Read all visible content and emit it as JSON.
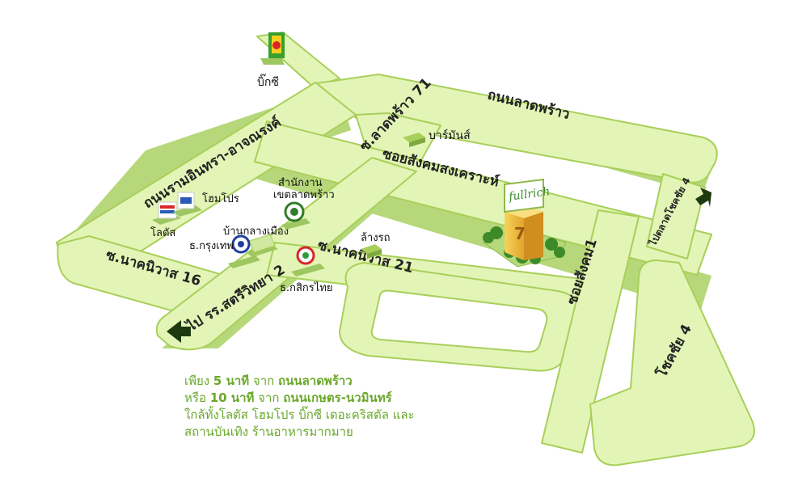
{
  "colors": {
    "road_fill": "#e2f5b6",
    "road_edge": "#a9cf5a",
    "road_shadow": "#8fb84a",
    "accent_green": "#6aa82a",
    "building_yellow": "#f3c23a"
  },
  "roads": {
    "lat_phrao": "ถนนลาดพร้าว",
    "ramintra": "ถนนรามอินทรา-อาจณรงค์",
    "lat_phrao_71": "ซ.ลาดพร้าว 71",
    "soi_sangkhom": "ซอยสังคมสงเคราะห์",
    "nak_niwat_16": "ซ.นาคนิวาส 16",
    "nak_niwat_21": "ซ.นาคนิวาส 21",
    "to_school": "ไป รร.สตรีวิทยา 2",
    "to_chokchai": "ไปตลาดโชคชัย 4",
    "soi_sangkhom_1": "ซอยสังคม1",
    "chokchai_4": "โชคชัย 4"
  },
  "pois": {
    "bigc": "บิ๊กซี",
    "homepro": "โฮมโปร",
    "lotus": "โลตัส",
    "ban_klang_muang": "บ้านกลางเมือง",
    "bangkok_bank": "ธ.กรุงเทพ",
    "office": "สำนักงาน",
    "office_district": "เขตลาดพร้าว",
    "kasikorn": "ธ.กสิกรไทย",
    "car_wash": "ล้างรถ",
    "barmans": "บาร์มันส์",
    "fullrich": "fullrich",
    "project_number": "7"
  },
  "info": {
    "l1_a": "เพียง ",
    "l1_b": "5 นาที",
    "l1_c": " จาก ",
    "l1_d": "ถนนลาดพร้าว",
    "l2_a": "หรือ ",
    "l2_b": "10 นาที",
    "l2_c": " จาก ",
    "l2_d": "ถนนเกษตร-นวมินทร์",
    "l3": "ใกล้ทั้งโลตัส โฮมโปร บิ๊กซี เดอะคริสตัล และ",
    "l4": "สถานบันเทิง ร้านอาหารมากมาย"
  }
}
